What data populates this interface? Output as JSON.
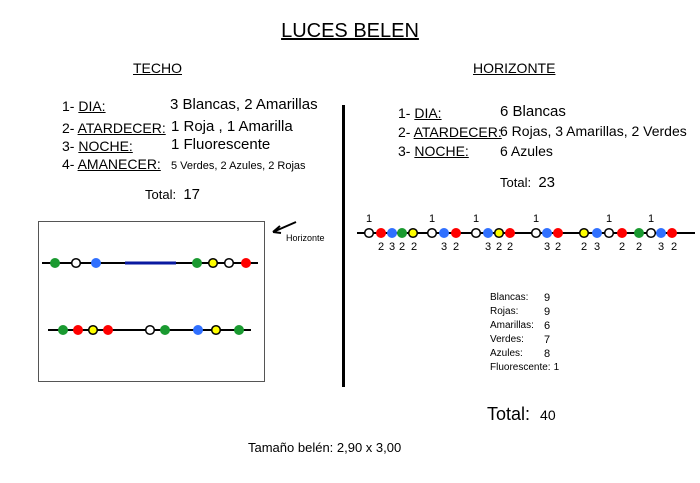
{
  "title": "LUCES BELEN",
  "techo": {
    "heading": "TECHO",
    "items": [
      {
        "num": "1-",
        "key": "DIA:",
        "value": "3 Blancas, 2 Amarillas"
      },
      {
        "num": "2-",
        "key": "ATARDECER:",
        "value": "1 Roja , 1 Amarilla"
      },
      {
        "num": "3-",
        "key": "NOCHE:",
        "value": "1 Fluorescente"
      },
      {
        "num": "4-",
        "key": "AMANECER:",
        "value": "5 Verdes, 2 Azules, 2 Rojas"
      }
    ],
    "total_label": "Total:",
    "total": "17"
  },
  "horizonte": {
    "heading": "HORIZONTE",
    "items": [
      {
        "num": "1-",
        "key": "DIA:",
        "value": "6 Blancas"
      },
      {
        "num": "2-",
        "key": "ATARDECER:",
        "value": "6 Rojas, 3 Amarillas, 2 Verdes"
      },
      {
        "num": "3-",
        "key": "NOCHE:",
        "value": "6 Azules"
      }
    ],
    "total_label": "Total:",
    "total": "23"
  },
  "horizonte_label": "Horizonte",
  "colors": {
    "white": "#ffffff",
    "red": "#ff0000",
    "blue": "#3070ff",
    "green": "#1a9a30",
    "yellow": "#ffff00",
    "bar": "#0a1aa0"
  },
  "strip": {
    "dots": [
      "white",
      "red",
      "blue",
      "green",
      "yellow",
      "white",
      "blue",
      "red",
      "white",
      "blue",
      "yellow",
      "red",
      "white",
      "blue",
      "red",
      "yellow",
      "blue",
      "white",
      "red",
      "green",
      "white",
      "blue",
      "red"
    ],
    "top_labels": [
      "1",
      "1",
      "1",
      "1",
      "1",
      "1"
    ],
    "bottom_labels": [
      "2",
      "3",
      "2",
      "2",
      "3",
      "2",
      "3",
      "2",
      "2",
      "3",
      "2",
      "2",
      "3",
      "2",
      "2",
      "3",
      "2"
    ]
  },
  "techo_diagram": {
    "row1": [
      "green",
      "white",
      "blue",
      "bar",
      "green",
      "yellow",
      "white",
      "red"
    ],
    "row2": [
      "green",
      "red",
      "yellow",
      "red",
      "white",
      "green",
      "blue",
      "yellow",
      "green"
    ]
  },
  "summary": [
    {
      "label": "Blancas:",
      "value": "9"
    },
    {
      "label": "Rojas:",
      "value": "9"
    },
    {
      "label": "Amarillas:",
      "value": "6"
    },
    {
      "label": "Verdes:",
      "value": "7"
    },
    {
      "label": "Azules:",
      "value": "8"
    },
    {
      "label": "Fluorescente:",
      "value": "1"
    }
  ],
  "grand_total_label": "Total:",
  "grand_total": "40",
  "size_text": "Tamaño belén: 2,90 x 3,00"
}
